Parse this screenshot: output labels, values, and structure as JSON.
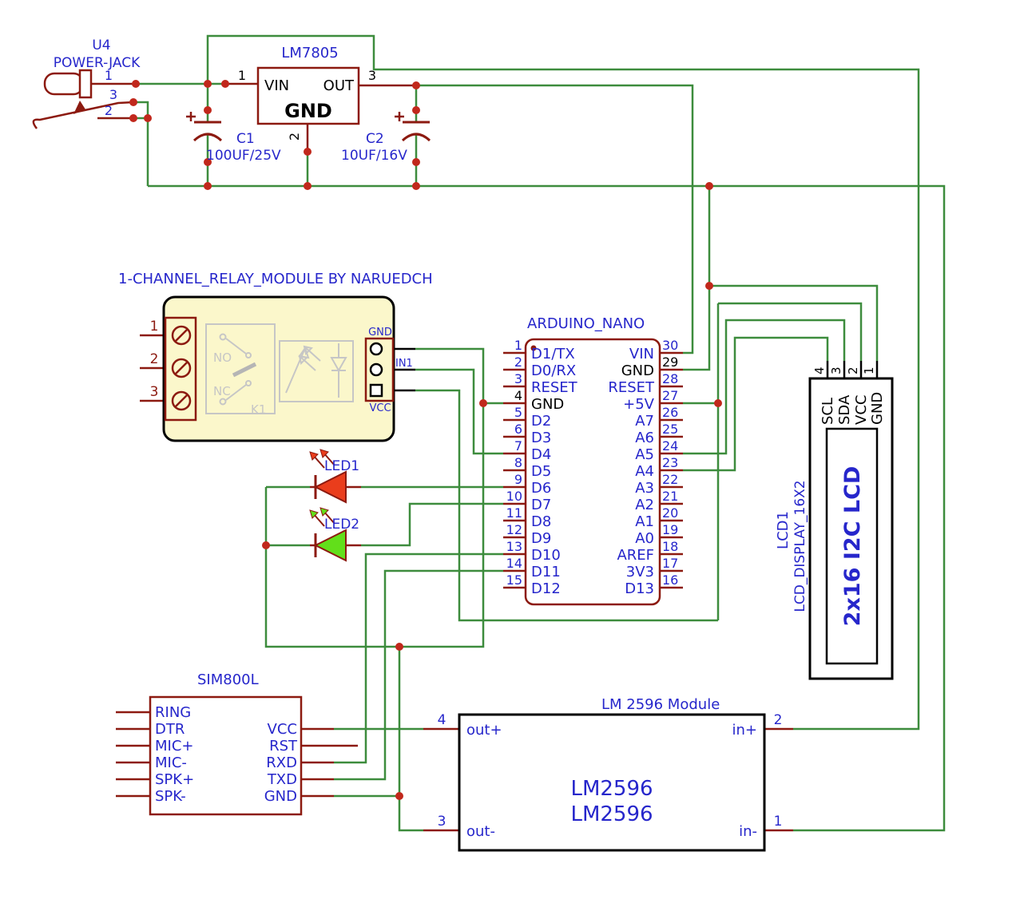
{
  "colors": {
    "wire_green": "#3d8c3d",
    "component_dark_red": "#8c1a10",
    "junction_red": "#c1281c",
    "label_blue": "#2626cb",
    "relay_fill": "#fbf7cb",
    "led1_fill": "#ea3d1c",
    "led2_fill": "#62df1a"
  },
  "power_jack": {
    "ref": "U4",
    "name": "POWER-JACK",
    "pin1": "1",
    "pin3": "3",
    "pin2": "2"
  },
  "regulator": {
    "title": "LM7805",
    "vin": "VIN",
    "out": "OUT",
    "gnd": "GND",
    "pin1": "1",
    "pin3": "3",
    "pin2": "2"
  },
  "capacitors": {
    "c1_ref": "C1",
    "c1_value": "100UF/25V",
    "c2_ref": "C2",
    "c2_value": "10UF/16V"
  },
  "relay": {
    "title": "1-CHANNEL_RELAY_MODULE BY NARUEDCH",
    "pin1": "1",
    "pin2": "2",
    "pin3": "3",
    "no": "NO",
    "nc": "NC",
    "k1": "K1",
    "conn_gnd": "GND",
    "conn_in1": "IN1",
    "conn_vcc": "VCC"
  },
  "leds": {
    "led1": "LED1",
    "led2": "LED2"
  },
  "arduino": {
    "title": "ARDUINO_NANO",
    "left_pins": [
      {
        "num": "1",
        "label": "D1/TX"
      },
      {
        "num": "2",
        "label": "D0/RX"
      },
      {
        "num": "3",
        "label": "RESET"
      },
      {
        "num": "4",
        "label": "GND"
      },
      {
        "num": "5",
        "label": "D2"
      },
      {
        "num": "6",
        "label": "D3"
      },
      {
        "num": "7",
        "label": "D4"
      },
      {
        "num": "8",
        "label": "D5"
      },
      {
        "num": "9",
        "label": "D6"
      },
      {
        "num": "10",
        "label": "D7"
      },
      {
        "num": "11",
        "label": "D8"
      },
      {
        "num": "12",
        "label": "D9"
      },
      {
        "num": "13",
        "label": "D10"
      },
      {
        "num": "14",
        "label": "D11"
      },
      {
        "num": "15",
        "label": "D12"
      }
    ],
    "right_pins": [
      {
        "num": "30",
        "label": "VIN"
      },
      {
        "num": "29",
        "label": "GND"
      },
      {
        "num": "28",
        "label": "RESET"
      },
      {
        "num": "27",
        "label": "+5V"
      },
      {
        "num": "26",
        "label": "A7"
      },
      {
        "num": "25",
        "label": "A6"
      },
      {
        "num": "24",
        "label": "A5"
      },
      {
        "num": "23",
        "label": "A4"
      },
      {
        "num": "22",
        "label": "A3"
      },
      {
        "num": "21",
        "label": "A2"
      },
      {
        "num": "20",
        "label": "A1"
      },
      {
        "num": "19",
        "label": "A0"
      },
      {
        "num": "18",
        "label": "AREF"
      },
      {
        "num": "17",
        "label": "3V3"
      },
      {
        "num": "16",
        "label": "D13"
      }
    ]
  },
  "lcd": {
    "ref": "LCD1",
    "part": "LCD_DISPLAY_16X2",
    "screen": "2x16 I2C LCD",
    "pins": [
      {
        "num": "4",
        "label": "SCL"
      },
      {
        "num": "3",
        "label": "SDA"
      },
      {
        "num": "2",
        "label": "VCC"
      },
      {
        "num": "1",
        "label": "GND"
      }
    ]
  },
  "sim800l": {
    "title": "SIM800L",
    "left_pins": [
      "RING",
      "DTR",
      "MIC+",
      "MIC-",
      "SPK+",
      "SPK-"
    ],
    "right_pins": [
      "VCC",
      "RST",
      "RXD",
      "TXD",
      "GND"
    ]
  },
  "lm2596": {
    "title": "LM 2596 Module",
    "line1": "LM2596",
    "line2": "LM2596",
    "out_plus": "out+",
    "out_minus": "out-",
    "in_plus": "in+",
    "in_minus": "in-",
    "pin4": "4",
    "pin3": "3",
    "pin2": "2",
    "pin1": "1"
  }
}
